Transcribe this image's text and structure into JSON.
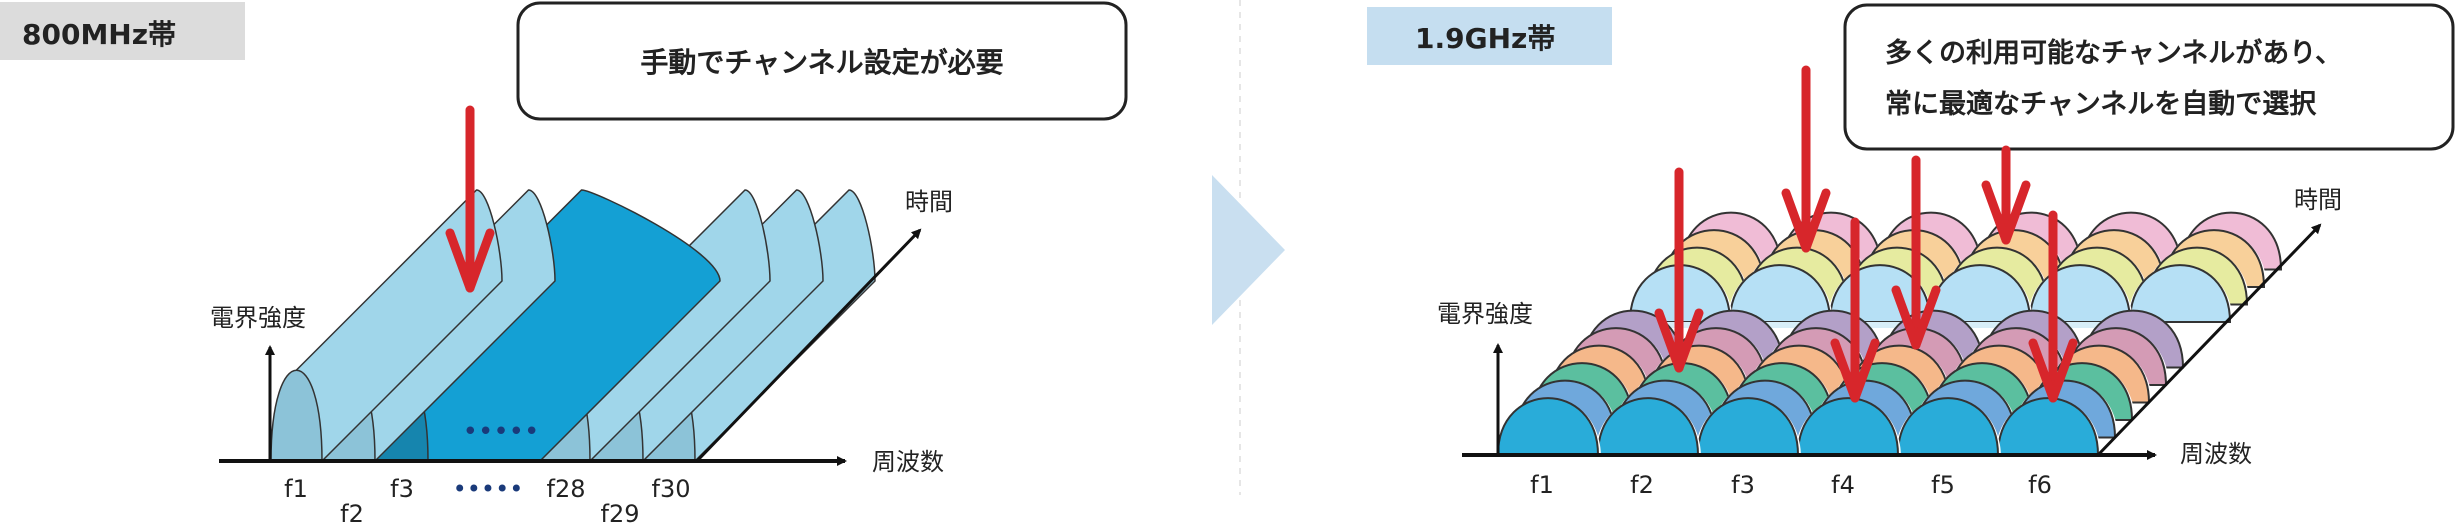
{
  "left": {
    "band_label": "800MHz帯",
    "callout": "手動でチャンネル設定が必要",
    "y_axis": "電界強度",
    "x_axis": "周波数",
    "t_axis": "時間",
    "freq_labels": [
      "f1",
      "f2",
      "f3",
      "•••••",
      "f28",
      "f29",
      "f30"
    ],
    "dots": "•••••"
  },
  "right": {
    "band_label": "1.9GHz帯",
    "callout_line1": "多くの利用可能なチャンネルがあり、",
    "callout_line2": "常に最適なチャンネルを自動で選択",
    "y_axis": "電界強度",
    "x_axis": "周波数",
    "t_axis": "時間",
    "freq_labels": [
      "f1",
      "f2",
      "f3",
      "f4",
      "f5",
      "f6"
    ]
  },
  "colors": {
    "arrow": "#d7262b",
    "left_ridge": "#a0d6ea",
    "left_front": "#8cc3d8",
    "left_selected": "#14a0d4",
    "left_selected_front": "#1685ae",
    "right_front_layers": [
      "#29acd9",
      "#6fa8dc",
      "#5bbf9f",
      "#f5b88a",
      "#d49bb5",
      "#b3a0c8"
    ],
    "right_back_layers": [
      "#b6e0f5",
      "#e6eba0",
      "#f8d09a",
      "#f0bcd6"
    ],
    "chevron": "#c9dff0",
    "left_badge": "#dcdcdc",
    "right_badge": "#c5def0"
  }
}
